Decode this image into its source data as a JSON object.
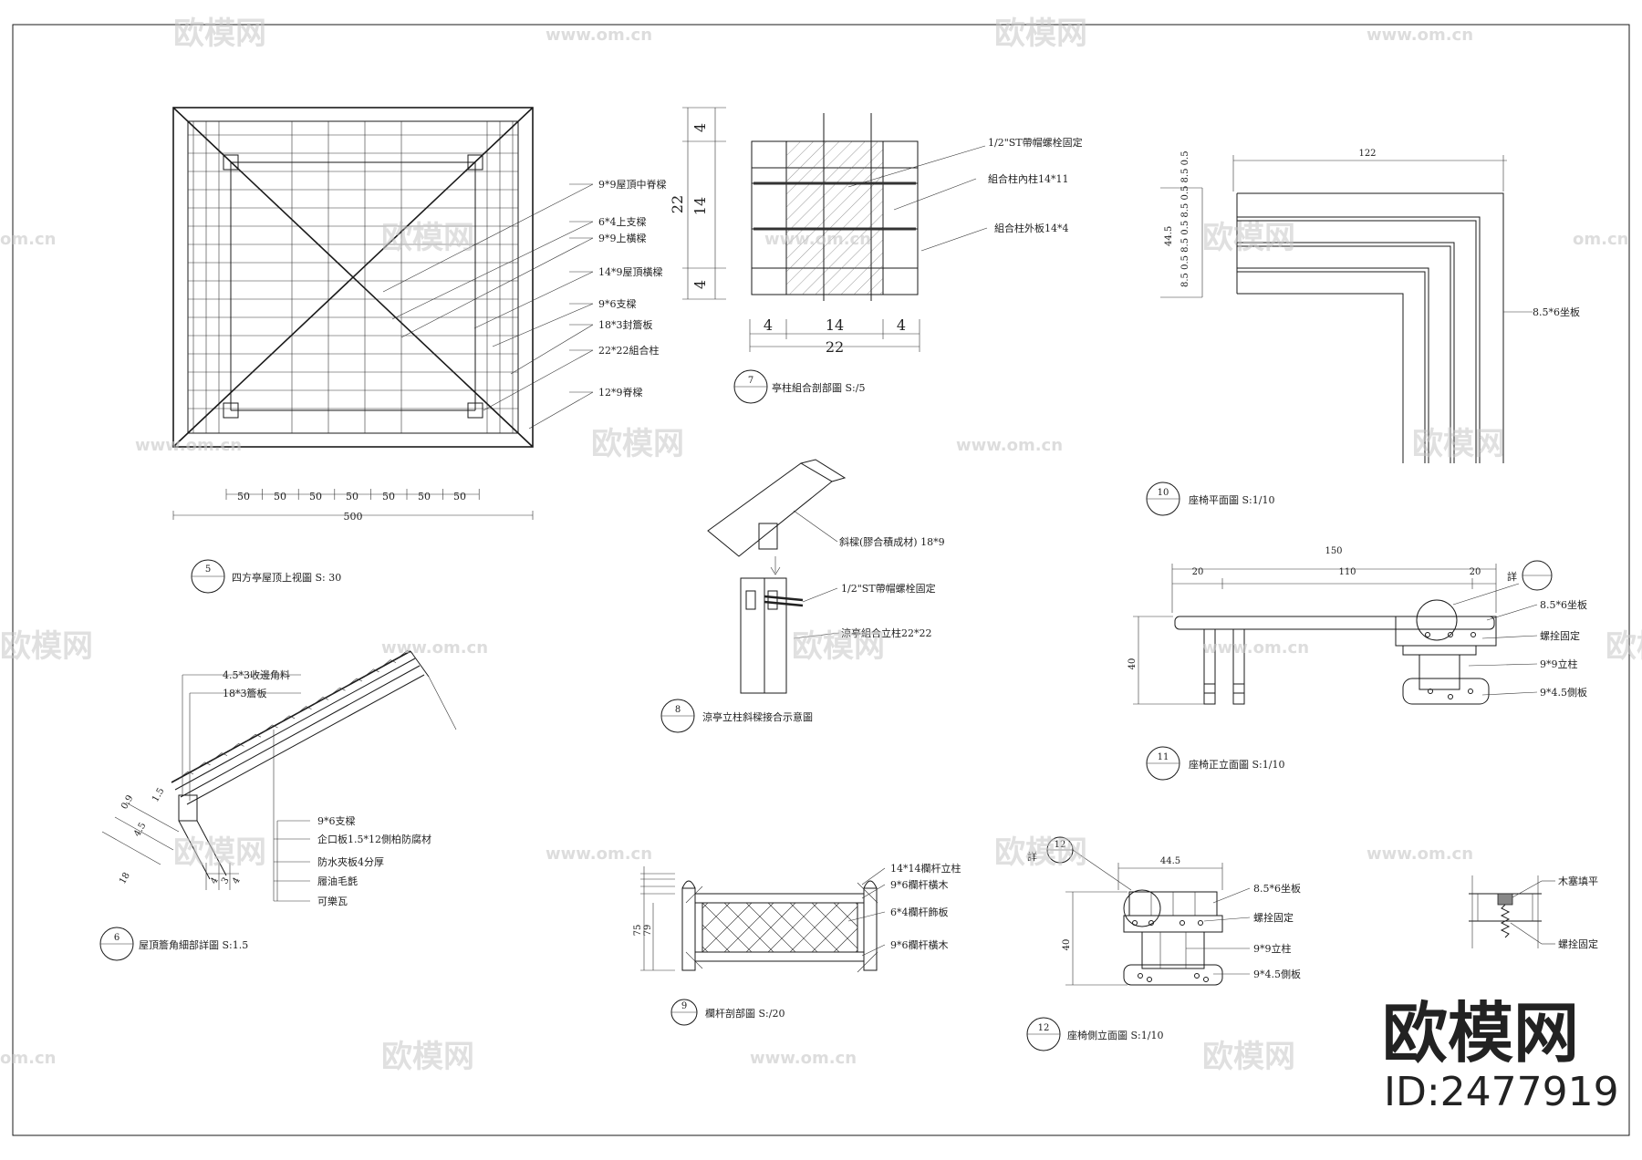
{
  "watermark": {
    "brand": "欧模网",
    "url": "www.om.cn",
    "url_short": "om.cn"
  },
  "corner_brand": {
    "name": "欧模网",
    "id": "ID:2477919"
  },
  "d5": {
    "num": "5",
    "title": "四方亭屋顶上视圖 S: 30",
    "labels": [
      "9*9屋頂中脊樑",
      "6*4上支樑",
      "9*9上橫樑",
      "14*9屋頂橫樑",
      "9*6支樑",
      "18*3封簷板",
      "22*22組合柱",
      "12*9脊樑"
    ],
    "dims": [
      "50",
      "50",
      "50",
      "50",
      "50",
      "50",
      "50"
    ],
    "total": "500"
  },
  "d6": {
    "num": "6",
    "title": "屋頂簷角細部詳圖 S:1.5",
    "labels": [
      "4.5*3收邊角料",
      "18*3簷板",
      "9*6支樑",
      "企口板1.5*12側柏防腐材",
      "防水夾板4分厚",
      "履油毛氈",
      "可樂瓦"
    ],
    "dims": [
      "1.5",
      "0.9",
      "4.5",
      "18",
      "4",
      "3",
      "4"
    ]
  },
  "d7": {
    "num": "7",
    "title": "亭柱組合剖部圖 S:/5",
    "labels": [
      "1/2\"ST帶帽螺栓固定",
      "組合柱內柱14*11",
      "組合柱外板14*4"
    ],
    "dims_v": [
      "4",
      "14",
      "4"
    ],
    "total_v": "22",
    "dims_h": [
      "4",
      "14",
      "4"
    ],
    "total_h": "22"
  },
  "d8": {
    "num": "8",
    "title": "涼亭立柱斜樑接合示意圖",
    "labels": [
      "斜樑(膠合積成材) 18*9",
      "1/2\"ST帶帽螺栓固定",
      "涼亭組合立柱22*22"
    ]
  },
  "d9": {
    "num": "9",
    "title": "欄杆剖部圖 S:/20",
    "labels": [
      "14*14欄杆立柱",
      "9*6欄杆橫木",
      "6*4欄杆飾板",
      "9*6欄杆橫木"
    ],
    "dims": [
      "75",
      "79"
    ]
  },
  "d10": {
    "num": "10",
    "title": "座椅平面圖 S:1/10",
    "labels": [
      "8.5*6坐板"
    ],
    "top_dim": "122",
    "dims": [
      "8.5",
      "0.5",
      "8.5",
      "0.5",
      "8.5",
      "0.5",
      "8.5",
      "0.5",
      "44.5"
    ]
  },
  "d11": {
    "num": "11",
    "title": "座椅正立面圖 S:1/10",
    "labels": [
      "8.5*6坐板",
      "螺拴固定",
      "9*9立柱",
      "9*4.5側板"
    ],
    "dims": [
      "150",
      "20",
      "110",
      "20"
    ],
    "height": "40",
    "detail": "詳"
  },
  "d12": {
    "num": "12",
    "title": "座椅側立面圖 S:1/10",
    "labels": [
      "8.5*6坐板",
      "螺拴固定",
      "9*9立柱",
      "9*4.5側板"
    ],
    "width": "44.5",
    "height": "40",
    "detail": "詳",
    "detail_num": "12"
  },
  "d13": {
    "labels": [
      "木塞填平",
      "螺拴固定"
    ]
  }
}
